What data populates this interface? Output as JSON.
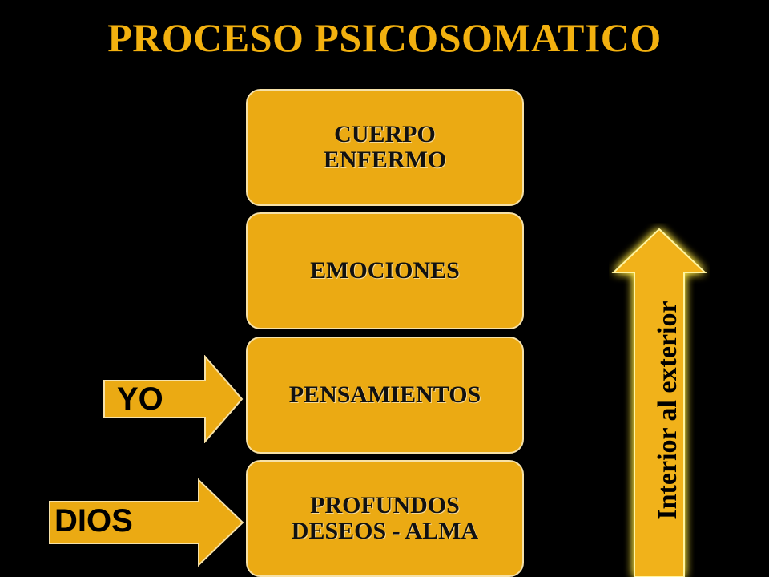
{
  "title": "PROCESO PSICOSOMATICO",
  "boxes": [
    {
      "label": "CUERPO\nENFERMO"
    },
    {
      "label": "EMOCIONES"
    },
    {
      "label": "PENSAMIENTOS"
    },
    {
      "label": "PROFUNDOS\nDESEOS -  ALMA"
    }
  ],
  "arrows": {
    "yo": "YO",
    "dios": "DIOS",
    "upward": "Interior al exterior"
  },
  "colors": {
    "background": "#000000",
    "box_fill": "#ebaa13",
    "title": "#f3b10f",
    "glow": "#ffe640"
  }
}
